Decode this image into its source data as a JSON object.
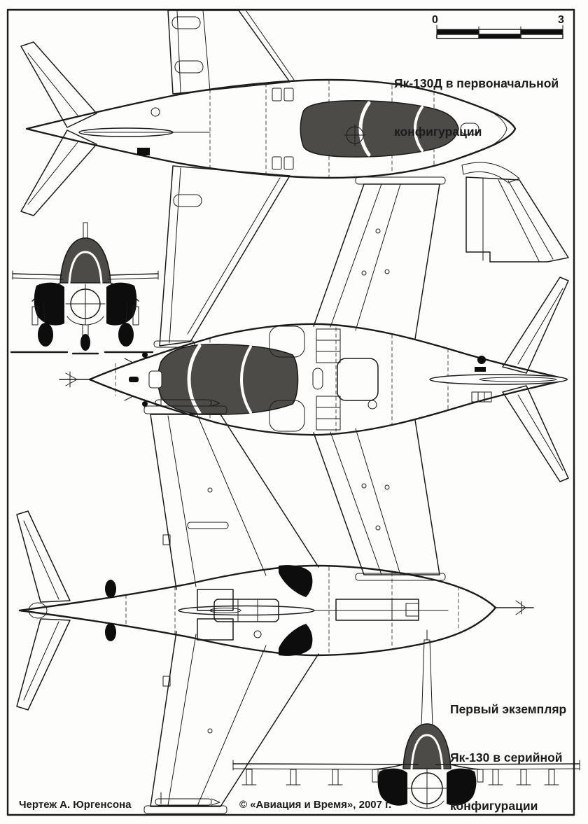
{
  "colors": {
    "paper": "#fdfdfb",
    "ink": "#1b1b1b",
    "canopy_fill": "#4c4b47",
    "solid_black": "#0d0d0d"
  },
  "scale_bar": {
    "start_label": "0",
    "end_label": "3",
    "divisions": 3
  },
  "labels": {
    "initial_config": [
      "Як-130Д в первоначальной",
      "конфигурации"
    ],
    "serial_config": [
      "Первый экземпляр",
      "Як-130 в серийной",
      "конфигурации"
    ],
    "credit_author": "Чертеж А. Юргенсона",
    "credit_publisher": "© «Авиация и Время», 2007 г."
  }
}
